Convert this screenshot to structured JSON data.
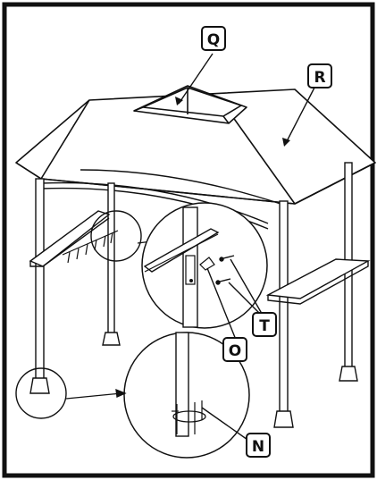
{
  "callouts": {
    "q": "Q",
    "r": "R",
    "o": "O",
    "t": "T",
    "n": "N"
  },
  "colors": {
    "stroke": "#111111",
    "background": "#ffffff",
    "roof": "#ffffff"
  }
}
